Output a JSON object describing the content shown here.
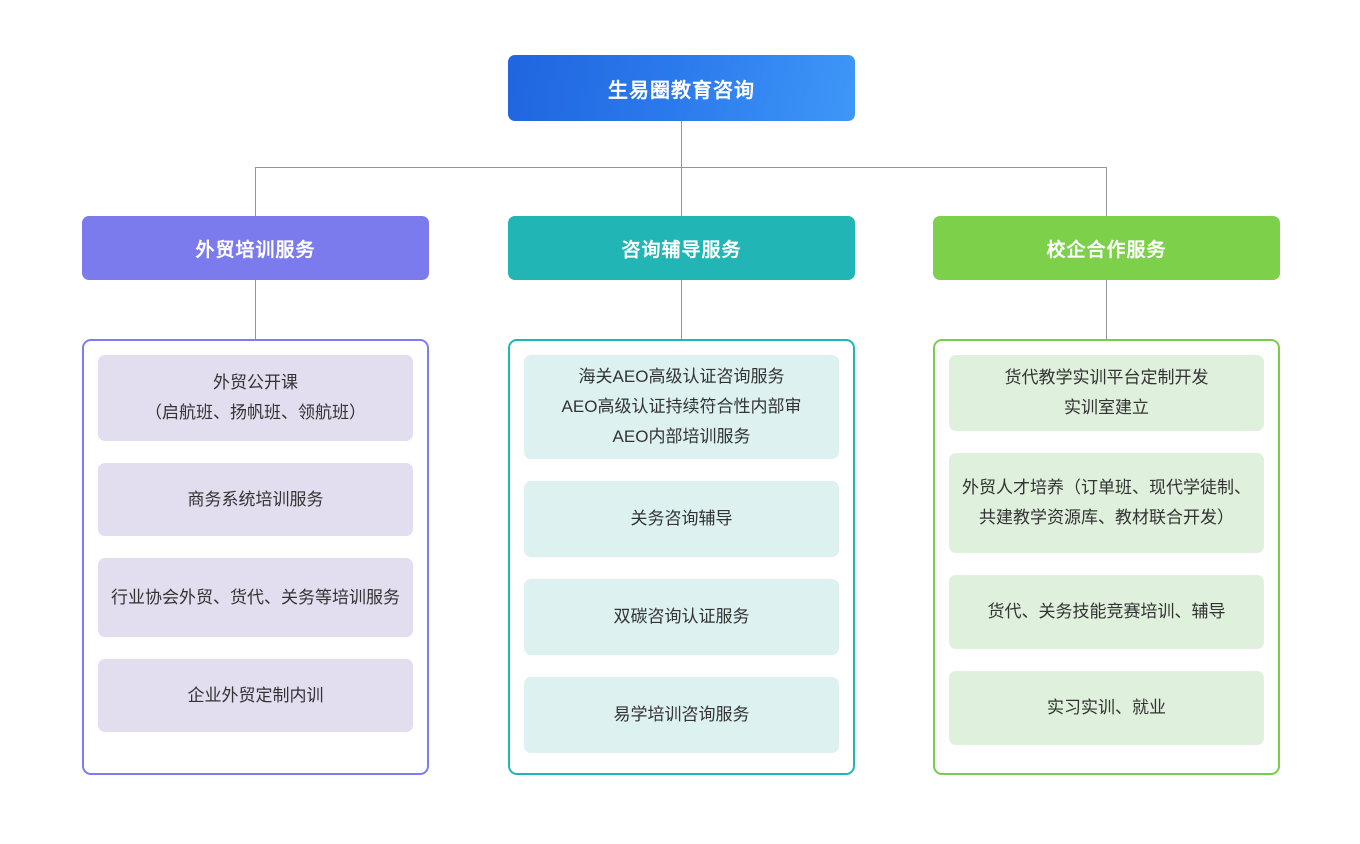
{
  "root": {
    "label": "生易圈教育咨询",
    "color_start": "#1f65df",
    "color_end": "#3f97f8"
  },
  "connector_color": "#8e95a3",
  "columns": [
    {
      "id": "col-0",
      "header_label": "外贸培训服务",
      "header_color": "#7b7bee",
      "border_color": "#7e7cf0",
      "leaf_color": "#e2deef",
      "items": [
        "外贸公开课\n（启航班、扬帆班、领航班）",
        "商务系统培训服务",
        "行业协会外贸、货代、关务等培训服务",
        "企业外贸定制内训"
      ]
    },
    {
      "id": "col-1",
      "header_label": "咨询辅导服务",
      "header_color": "#22b5b5",
      "border_color": "#1fb6b8",
      "leaf_color": "#ddf1f1",
      "items": [
        "海关AEO高级认证咨询服务\nAEO高级认证持续符合性内部审\nAEO内部培训服务",
        "关务咨询辅导",
        "双碳咨询认证服务",
        "易学培训咨询服务"
      ]
    },
    {
      "id": "col-2",
      "header_label": "校企合作服务",
      "header_color": "#7dd14a",
      "border_color": "#79cd4a",
      "leaf_color": "#dff0dc",
      "items": [
        "货代教学实训平台定制开发\n实训室建立",
        "外贸人才培养（订单班、现代学徒制、共建教学资源库、教材联合开发）",
        "货代、关务技能竞赛培训、辅导",
        "实习实训、就业"
      ]
    }
  ],
  "chart_data": {
    "type": "diagram",
    "title": "生易圈教育咨询",
    "structure": "org-tree",
    "levels": 3,
    "nodes": [
      {
        "id": "root",
        "label": "生易圈教育咨询",
        "level": 0,
        "parent": null
      },
      {
        "id": "c0",
        "label": "外贸培训服务",
        "level": 1,
        "parent": "root"
      },
      {
        "id": "c1",
        "label": "咨询辅导服务",
        "level": 1,
        "parent": "root"
      },
      {
        "id": "c2",
        "label": "校企合作服务",
        "level": 1,
        "parent": "root"
      },
      {
        "id": "c0-0",
        "label": "外贸公开课（启航班、扬帆班、领航班）",
        "level": 2,
        "parent": "c0"
      },
      {
        "id": "c0-1",
        "label": "商务系统培训服务",
        "level": 2,
        "parent": "c0"
      },
      {
        "id": "c0-2",
        "label": "行业协会外贸、货代、关务等培训服务",
        "level": 2,
        "parent": "c0"
      },
      {
        "id": "c0-3",
        "label": "企业外贸定制内训",
        "level": 2,
        "parent": "c0"
      },
      {
        "id": "c1-0",
        "label": "海关AEO高级认证咨询服务 / AEO高级认证持续符合性内部审 / AEO内部培训服务",
        "level": 2,
        "parent": "c1"
      },
      {
        "id": "c1-1",
        "label": "关务咨询辅导",
        "level": 2,
        "parent": "c1"
      },
      {
        "id": "c1-2",
        "label": "双碳咨询认证服务",
        "level": 2,
        "parent": "c1"
      },
      {
        "id": "c1-3",
        "label": "易学培训咨询服务",
        "level": 2,
        "parent": "c1"
      },
      {
        "id": "c2-0",
        "label": "货代教学实训平台定制开发 / 实训室建立",
        "level": 2,
        "parent": "c2"
      },
      {
        "id": "c2-1",
        "label": "外贸人才培养（订单班、现代学徒制、共建教学资源库、教材联合开发）",
        "level": 2,
        "parent": "c2"
      },
      {
        "id": "c2-2",
        "label": "货代、关务技能竞赛培训、辅导",
        "level": 2,
        "parent": "c2"
      },
      {
        "id": "c2-3",
        "label": "实习实训、就业",
        "level": 2,
        "parent": "c2"
      }
    ]
  }
}
